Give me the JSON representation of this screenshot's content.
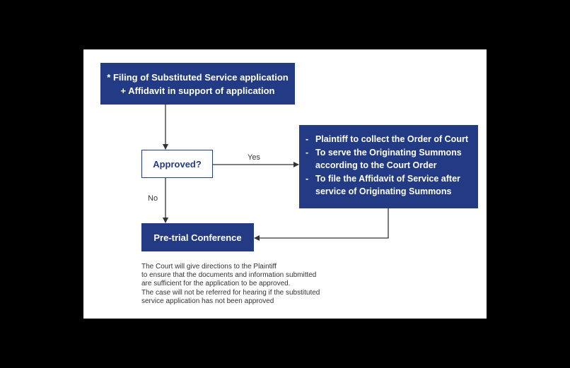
{
  "diagram": {
    "filing_box": {
      "line1": "* Filing of Substituted Service application",
      "line2": "+ Affidavit in support of application"
    },
    "decision_box": {
      "label": "Approved?"
    },
    "edge_labels": {
      "yes": "Yes",
      "no": "No"
    },
    "action_box": {
      "items": [
        "Plaintiff to collect the Order of Court",
        "To serve the Originating Summons according to the Court Order",
        "To file the Affidavit of Service after service of Originating Summons"
      ]
    },
    "pretrial_box": {
      "label": "Pre-trial Conference"
    },
    "note": {
      "lines": [
        "The Court will give directions to the Plaintiff",
        "to ensure that the documents and information submitted",
        "are sufficient for the application to be approved.",
        "The case will not be referred for hearing if the substituted",
        "service application has not been approved"
      ]
    },
    "colors": {
      "box_fill": "#233a85",
      "line": "#333333",
      "background": "#ffffff"
    }
  }
}
